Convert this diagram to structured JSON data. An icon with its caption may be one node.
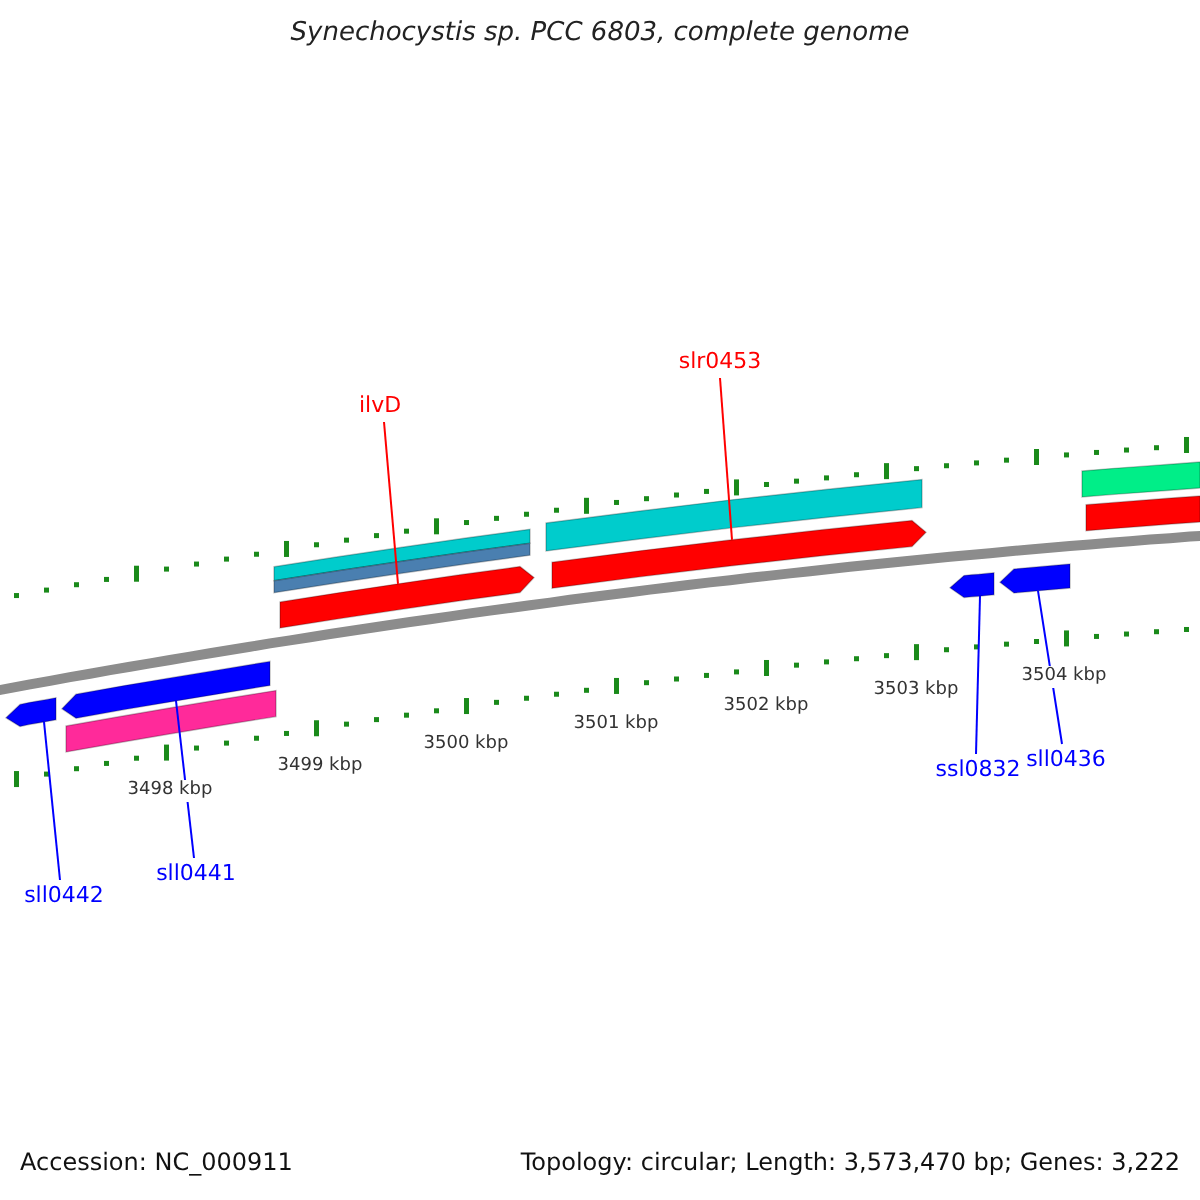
{
  "diagram": {
    "title": "Synechocystis sp. PCC 6803, complete genome",
    "nodes": [
      {
        "text": [
          "ilvD"
        ]
      },
      {
        "text": [
          "slr0453"
        ]
      },
      {
        "text": [
          "sll0442"
        ]
      },
      {
        "text": [
          "sll0441"
        ]
      },
      {
        "text": [
          "ssl0832"
        ]
      },
      {
        "text": [
          "sll0436"
        ]
      },
      {
        "text": [],
        "shape": "bar"
      },
      {
        "text": [],
        "shape": "bar"
      },
      {
        "text": [],
        "shape": "arrow"
      },
      {
        "text": [],
        "shape": "bar"
      },
      {
        "text": [],
        "shape": "arrow"
      },
      {
        "text": [],
        "shape": "bar"
      },
      {
        "text": [],
        "shape": "bar"
      },
      {
        "text": [],
        "shape": "arrow"
      },
      {
        "text": [],
        "shape": "arrow"
      },
      {
        "text": [],
        "shape": "bar"
      },
      {
        "text": [],
        "shape": "arrow"
      },
      {
        "text": [],
        "shape": "arrow"
      }
    ],
    "edges": [
      {
        "from": 0,
        "to": 8,
        "arrow": "none",
        "color": "#ff0000"
      },
      {
        "from": 1,
        "to": 10,
        "arrow": "none",
        "color": "#ff0000"
      },
      {
        "from": 2,
        "to": 13,
        "arrow": "none"
      },
      {
        "from": 3,
        "to": 14,
        "arrow": "none"
      },
      {
        "from": 4,
        "to": 16,
        "arrow": "none"
      },
      {
        "from": 5,
        "to": 17,
        "arrow": "none"
      }
    ],
    "labels": [
      "3498 kbp",
      "3499 kbp",
      "3500 kbp",
      "3501 kbp",
      "3502 kbp",
      "3503 kbp",
      "3504 kbp",
      "Accession: NC_000911",
      "Topology: circular; Length: 3,573,470 bp; Genes: 3,222"
    ]
  }
}
